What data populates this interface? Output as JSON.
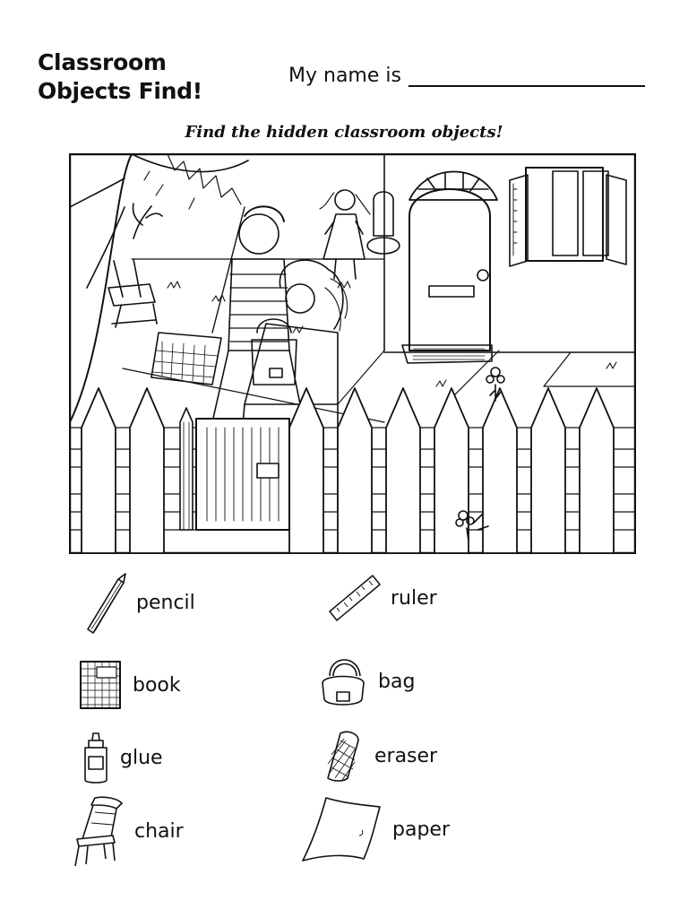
{
  "header": {
    "title_line1": "Classroom",
    "title_line2": "Objects Find!",
    "name_prompt": "My name is"
  },
  "instruction": "Find the hidden classroom objects!",
  "items": [
    {
      "label": "pencil",
      "icon": "pencil-icon"
    },
    {
      "label": "ruler",
      "icon": "ruler-icon"
    },
    {
      "label": "book",
      "icon": "book-icon"
    },
    {
      "label": "bag",
      "icon": "bag-icon"
    },
    {
      "label": "glue",
      "icon": "glue-icon"
    },
    {
      "label": "eraser",
      "icon": "eraser-icon"
    },
    {
      "label": "chair",
      "icon": "chair-icon"
    },
    {
      "label": "paper",
      "icon": "paper-icon"
    }
  ]
}
